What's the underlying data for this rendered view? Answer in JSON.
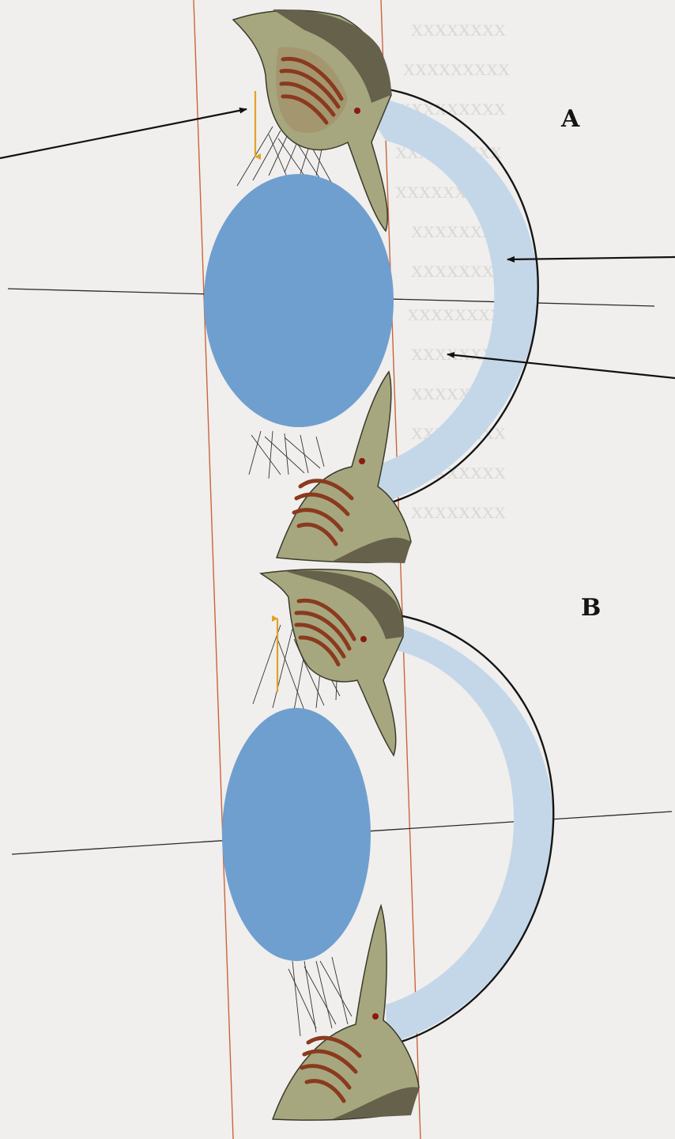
{
  "figure": {
    "panel_labels": [
      "A",
      "B"
    ]
  },
  "colors": {
    "paper": "#f0efed",
    "lens_blue": "#6f9fcf",
    "cornea_blue": "#c4d7e9",
    "ciliary_tissue": "#a7a77f",
    "ciliary_dark": "#66614b",
    "muscle_red": "#8a3a1e",
    "reference_line_orange": "#c9653c",
    "motion_arrow": "#e3a02a",
    "pointer_line": "#111111"
  },
  "panels": [
    {
      "id": "A",
      "motion_arrow": "down"
    },
    {
      "id": "B",
      "motion_arrow": "up"
    }
  ],
  "pointer_arrows": [
    {
      "target": "zonular-fibers"
    },
    {
      "target": "cornea"
    },
    {
      "target": "anterior-chamber"
    }
  ]
}
